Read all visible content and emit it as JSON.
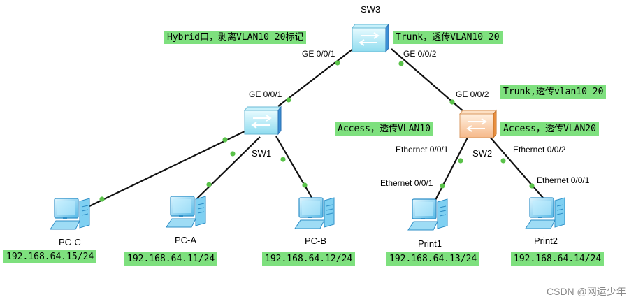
{
  "devices": {
    "sw3": "SW3",
    "sw1": "SW1",
    "sw2": "SW2",
    "pc_c": "PC-C",
    "pc_a": "PC-A",
    "pc_b": "PC-B",
    "print1": "Print1",
    "print2": "Print2"
  },
  "ports": {
    "sw3_ge001": "GE 0/0/1",
    "sw3_ge002": "GE 0/0/2",
    "sw1_ge001": "GE 0/0/1",
    "sw2_ge002": "GE 0/0/2",
    "sw2_eth001": "Ethernet 0/0/1",
    "sw2_eth002": "Ethernet 0/0/2",
    "print1_eth001": "Ethernet 0/0/1",
    "print2_eth001": "Ethernet 0/0/1"
  },
  "notes": {
    "sw3_hybrid": "Hybrid口，剥离VLAN10 20标记",
    "sw3_trunk": "Trunk，透传VLAN10 20",
    "sw2_trunk": "Trunk,透传vlan10 20",
    "sw2_access10": "Access，透传VLAN10",
    "sw2_access20": "Access，透传VLAN20"
  },
  "ips": {
    "pc_c": "192.168.64.15/24",
    "pc_a": "192.168.64.11/24",
    "pc_b": "192.168.64.12/24",
    "print1": "192.168.64.13/24",
    "print2": "192.168.64.14/24"
  },
  "watermark": "CSDN @网运少年",
  "colors": {
    "switch_blue": "#9fe3f3",
    "switch_orange": "#f6c08e",
    "pc_blue": "#5fc3ea",
    "link": "#111111",
    "port_dot": "#5ac24a",
    "note_bg": "#7ee07e"
  }
}
